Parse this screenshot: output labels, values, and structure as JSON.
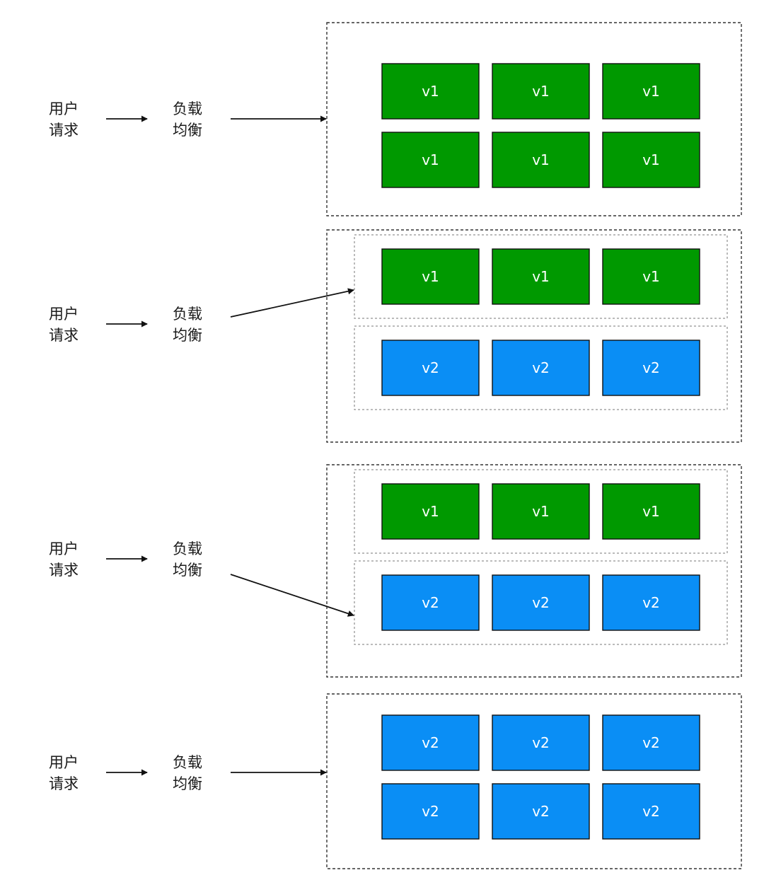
{
  "labels": {
    "user_request": [
      "用户",
      "请求"
    ],
    "load_balancer": [
      "负载",
      "均衡"
    ]
  },
  "versions": {
    "v1": {
      "label": "v1",
      "color": "#009900"
    },
    "v2": {
      "label": "v2",
      "color": "#0a8ef5"
    }
  },
  "stages": [
    {
      "groups": [
        {
          "version": "v1",
          "rows": 2
        }
      ],
      "target": 0
    },
    {
      "groups": [
        {
          "version": "v1",
          "rows": 1
        },
        {
          "version": "v2",
          "rows": 1
        }
      ],
      "target": 0
    },
    {
      "groups": [
        {
          "version": "v1",
          "rows": 1
        },
        {
          "version": "v2",
          "rows": 1
        }
      ],
      "target": 1
    },
    {
      "groups": [
        {
          "version": "v2",
          "rows": 2
        }
      ],
      "target": 0
    }
  ]
}
